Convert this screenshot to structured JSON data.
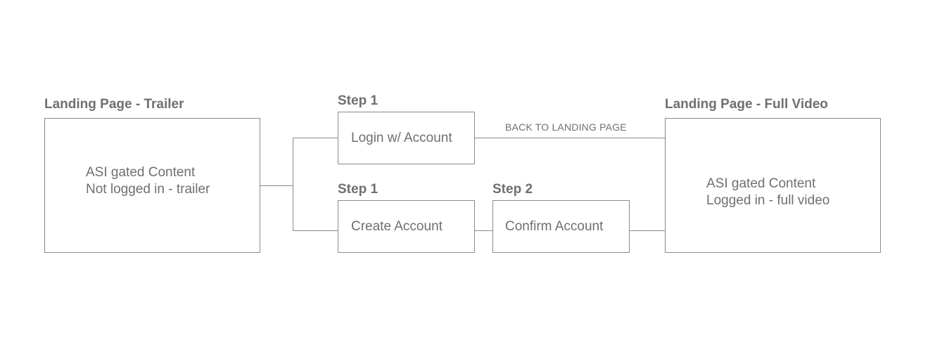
{
  "landing_trailer": {
    "heading": "Landing Page - Trailer",
    "line1": "ASI gated Content",
    "line2": "Not logged in - trailer"
  },
  "login_step": {
    "heading": "Step 1",
    "label": "Login w/ Account"
  },
  "back_link": {
    "label": "BACK TO LANDING PAGE"
  },
  "create_step": {
    "heading": "Step 1",
    "label": "Create Account"
  },
  "confirm_step": {
    "heading": "Step 2",
    "label": "Confirm Account"
  },
  "landing_full": {
    "heading": "Landing Page - Full Video",
    "line1": "ASI gated Content",
    "line2": "Logged in - full video"
  }
}
